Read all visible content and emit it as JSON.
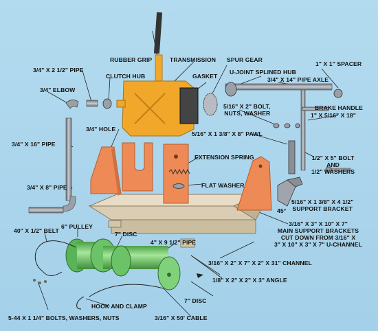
{
  "labels": {
    "rubber_grip": "RUBBER GRIP",
    "transmission": "TRANSMISSION",
    "spur_gear": "SPUR GEAR",
    "spacer": "1\" X 1\" SPACER",
    "pipe_3_4x2_1_2": "3/4\" X 2 1/2\" PIPE",
    "clutch_hub": "CLUTCH HUB",
    "gasket": "GASKET",
    "u_joint_hub": "U-JOINT SPLINED HUB",
    "pipe_axle": "3/4\" X 14\" PIPE AXLE",
    "elbow": "3/4\" ELBOW",
    "brake_handle": "BRAKE HANDLE",
    "bolt_nuts_washer": "5/16\" X 2\" BOLT,\nNUTS, WASHER",
    "brake_handle_size": "1\" X 5/16\" X 18\"",
    "hole": "3/4\" HOLE",
    "pawl": "5/16\" X 1 3/8\" X 8\" PAWL",
    "pipe_3_4x16": "3/4\" X 16\" PIPE",
    "extension_spring": "EXTENSION SPRING",
    "bolt_washers": "1/2\" X 5\" BOLT\nAND\n1/2\" WASHERS",
    "flat_washer": "FLAT WASHER",
    "pipe_3_4x8": "3/4\" X 8\" PIPE",
    "support_bracket": "5/16\" X 1 3/8\" X 4 1/2\"\nSUPPORT BRACKET",
    "angle_45": "45°",
    "main_brackets": "3/16\" X 3\" X 10\" X 7\"\nMAIN SUPPORT BRACKETS\nCUT DOWN FROM 3/16\" X\n3\" X 10\" X 3\" X 7\" U-CHANNEL",
    "belt": "40\" X 1/2\" BELT",
    "pulley": "6\" PULLEY",
    "disc_top": "7\" DISC",
    "pipe_4x9": "4\" X 9 1/2\" PIPE",
    "channel": "3/16\" X 2\" X 7\" X 2\" X 31\" CHANNEL",
    "angle_piece": "1/8\" X 2\" X 2\" X 3\" ANGLE",
    "hook_clamp": "HOOK AND CLAMP",
    "disc_bottom": "7\" DISC",
    "small_bolts": "5-44 X 1 1/4\" BOLTS, WASHERS, NUTS",
    "cable": "3/16\" X 50' CABLE"
  },
  "colors": {
    "background": "#a9d4ec",
    "transmission": "#f1a82a",
    "bracket": "#ee8a55",
    "channel": "#eadcc4",
    "drum": "#7ad06f",
    "metal": "#8f949c"
  }
}
